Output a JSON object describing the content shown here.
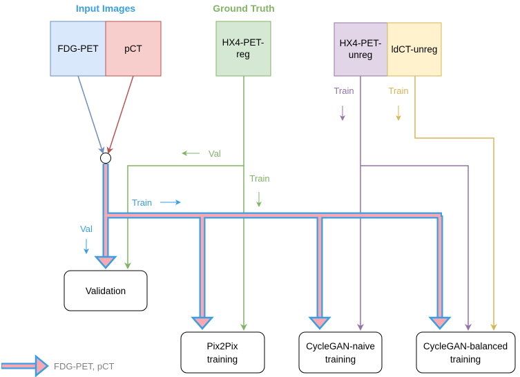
{
  "headers": {
    "input_images": "Input Images",
    "ground_truth": "Ground Truth"
  },
  "boxes": {
    "fdg_pet": "FDG-PET",
    "pct": "pCT",
    "hx4_reg_1": "HX4-PET-",
    "hx4_reg_2": "reg",
    "hx4_unreg_1": "HX4-PET-",
    "hx4_unreg_2": "unreg",
    "ldct_unreg": "ldCT-unreg",
    "validation": "Validation",
    "pix2pix_1": "Pix2Pix",
    "pix2pix_2": "training",
    "cyclegan_naive_1": "CycleGAN-naive",
    "cyclegan_naive_2": "training",
    "cyclegan_balanced_1": "CycleGAN-balanced",
    "cyclegan_balanced_2": "training"
  },
  "labels": {
    "train_purple": "Train",
    "train_yellow": "Train",
    "val_green": "Val",
    "train_green": "Train",
    "train_blue": "Train",
    "val_blue": "Val"
  },
  "legend": {
    "text": "FDG-PET,  pCT"
  },
  "colors": {
    "blue_text": "#3a9ee4",
    "green_text": "#82b366",
    "purple_line": "#9673a6",
    "yellow_line": "#d6b656",
    "green_line": "#82b366",
    "blue_line": "#6c8ebf",
    "red_line": "#b85450",
    "fat_fill": "#f8a8b0",
    "fat_stroke": "#3a9ee4"
  }
}
